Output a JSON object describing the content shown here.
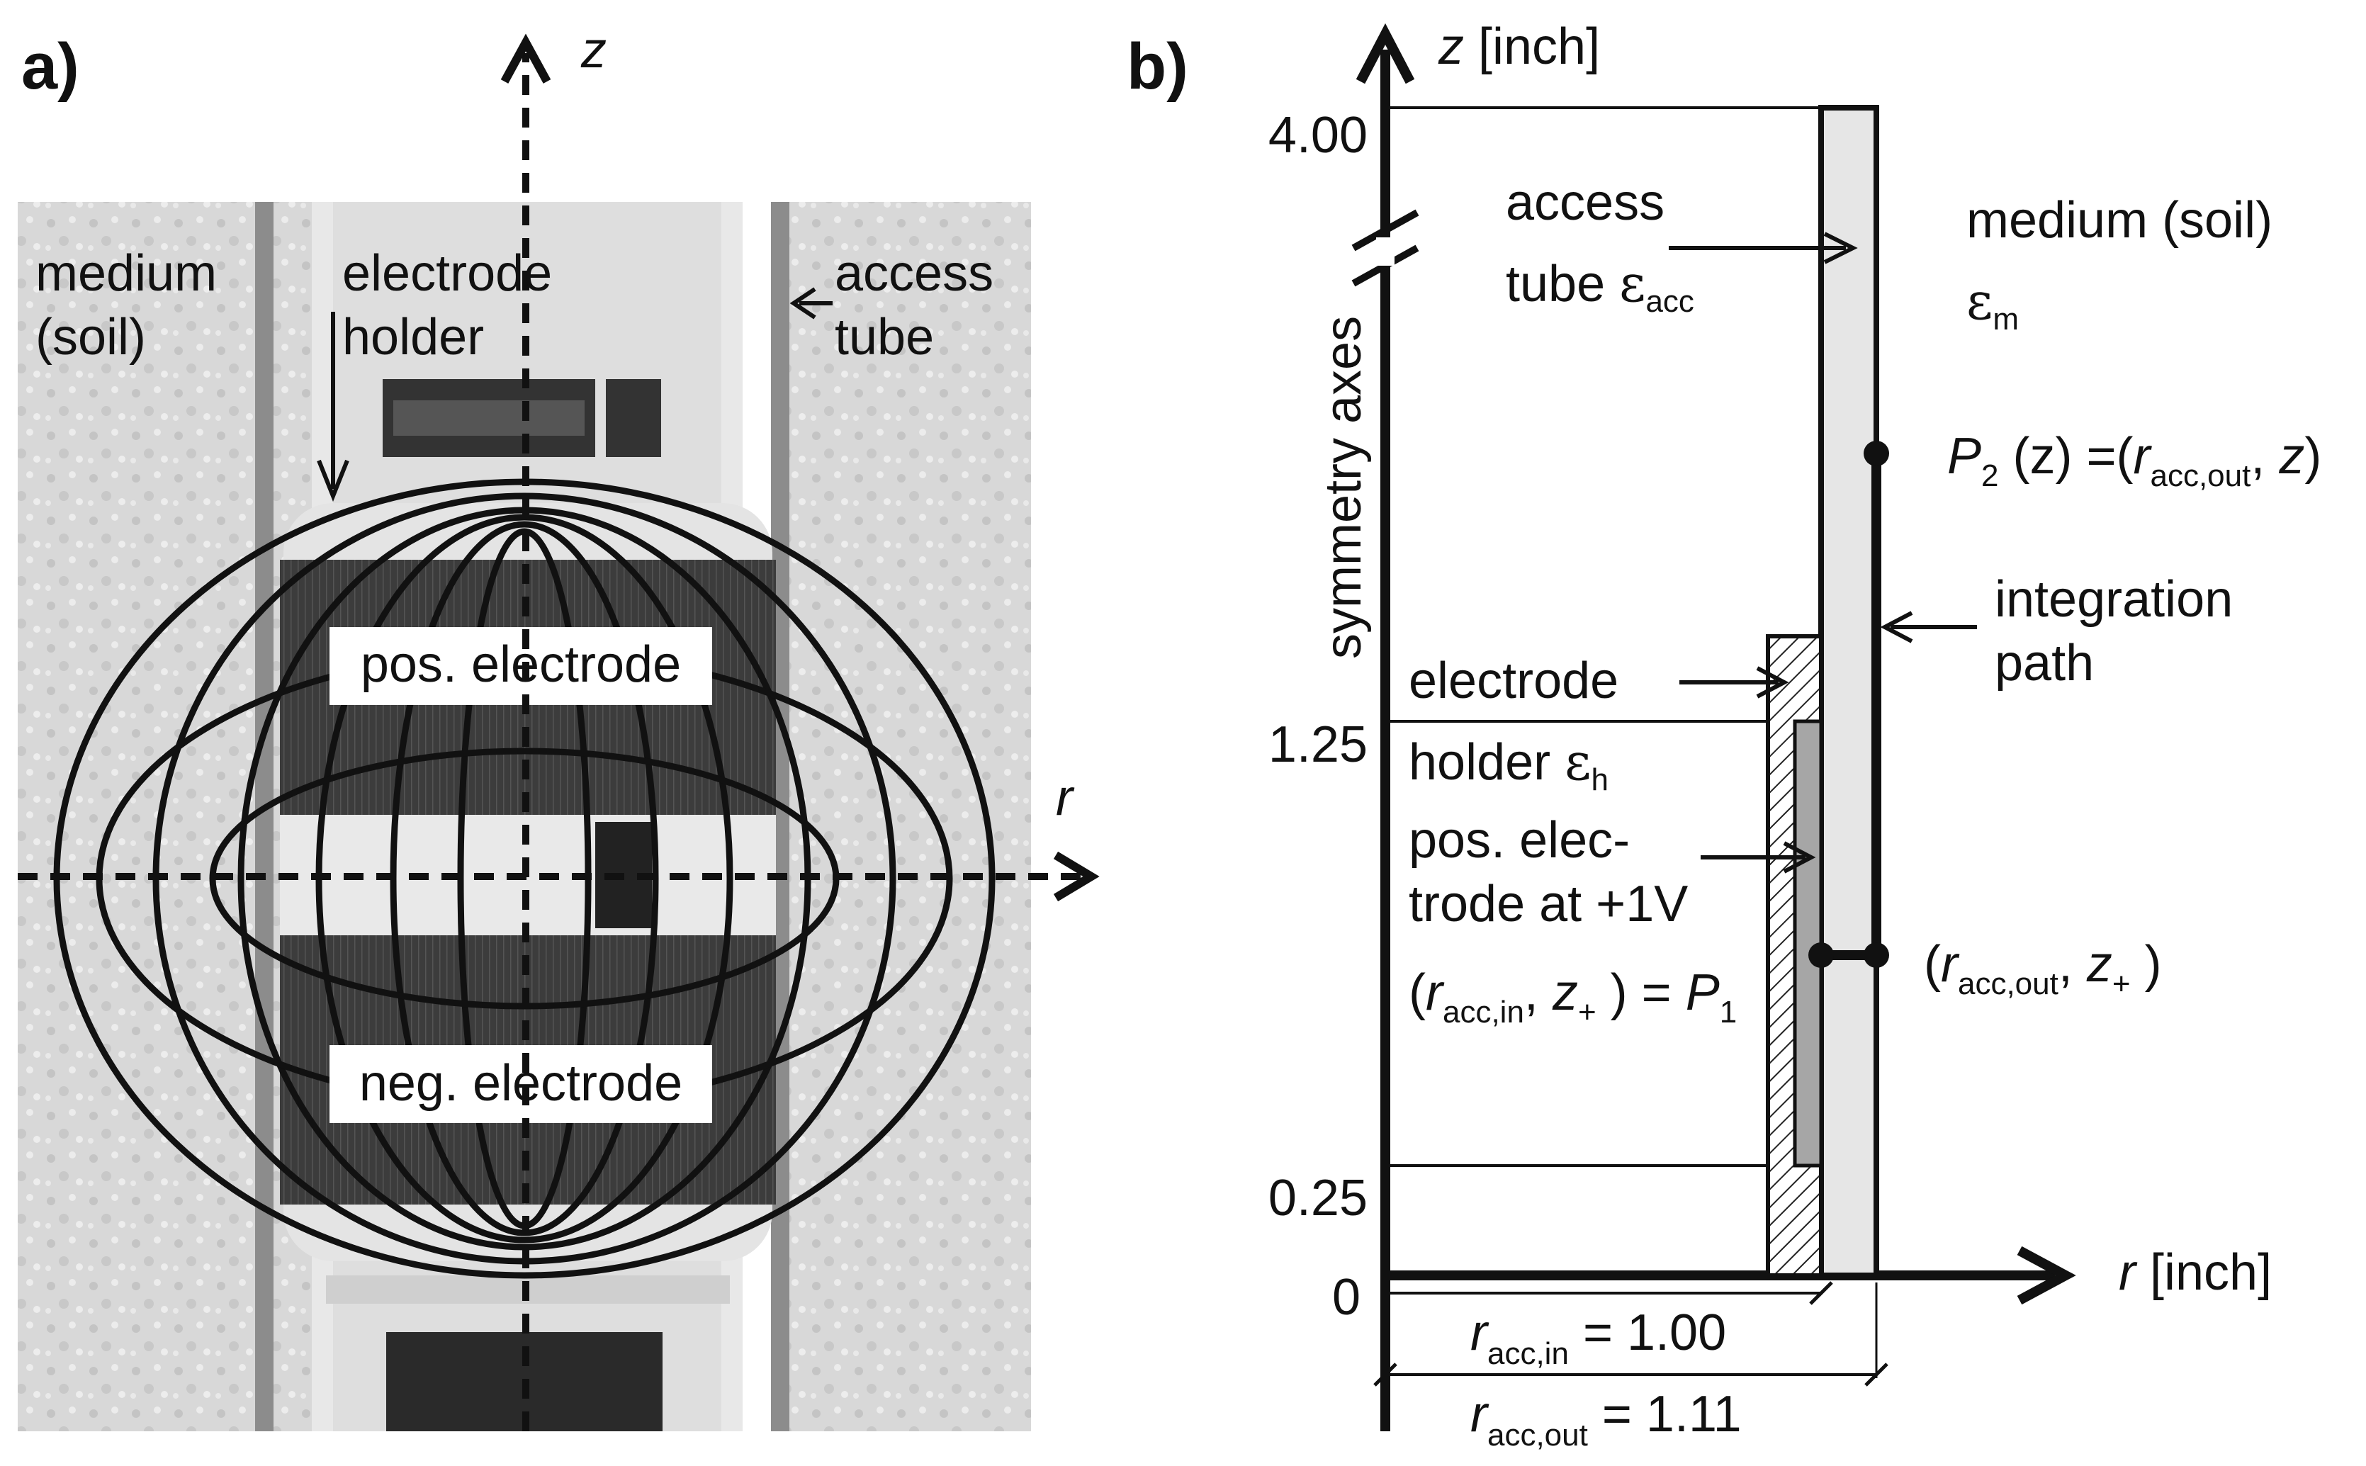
{
  "panel_a": {
    "label": "a)",
    "z_axis": "z",
    "r_axis": "r",
    "medium_line1": "medium",
    "medium_line2": "(soil)",
    "holder_line1": "electrode",
    "holder_line2": "holder",
    "tube_line1": "access",
    "tube_line2": "tube",
    "pos_electrode": "pos. electrode",
    "neg_electrode": "neg. electrode"
  },
  "panel_b": {
    "label": "b)",
    "z_axis_main": "z",
    "z_axis_unit": " [inch]",
    "r_axis_main": "r",
    "r_axis_unit": " [inch]",
    "symmetry": "symmetry axes",
    "tick_400": "4.00",
    "tick_125": "1.25",
    "tick_025": "0.25",
    "tick_0": "0",
    "access_line1": "access",
    "access_line2": "tube ",
    "eps": "ε",
    "acc_sub": "acc",
    "medium_line1": "medium (soil)",
    "m_sub": "m",
    "p2_P": "P",
    "p2_sub": "2",
    "p2_z": " (z) =(",
    "r_italic": "r",
    "acc_out_sub": "acc,out",
    "comma": ", ",
    "z_italic": "z",
    "close_paren": ")",
    "integration_line1": "integration",
    "integration_line2": "path",
    "electrode_word": "electrode",
    "holder_word": "holder ",
    "h_sub": "h",
    "pos_line1": "pos. elec-",
    "pos_line2": "trode at +1V",
    "open_paren": "(",
    "acc_in_sub": "acc,in",
    "plus_sub": "+",
    "p1_eq": " ) = ",
    "p1_P": "P",
    "p1_sub": "1",
    "close_paren_sp": " )",
    "rin_eq": " = 1.00",
    "rout_eq": " = 1.11"
  },
  "colors": {
    "soil": "#d9d9d9",
    "tube_wall": "#8c8c8c",
    "holder": "#e8e8e8",
    "electrode_band": "#3a3a3a",
    "tube_fill": "#e6e6e6",
    "pos_electrode_fill": "#a6a6a6"
  }
}
